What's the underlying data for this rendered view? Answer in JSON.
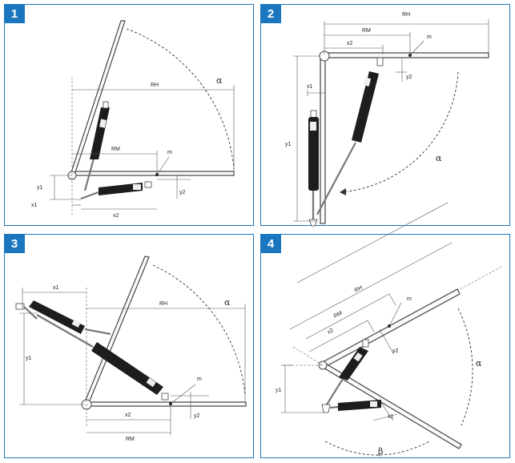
{
  "panels": [
    {
      "number": "1",
      "labels": {
        "rh": "RH",
        "rm": "RM",
        "m": "m",
        "x1": "x1",
        "x2": "x2",
        "y1": "y1",
        "y2": "y2",
        "alpha": "α"
      }
    },
    {
      "number": "2",
      "labels": {
        "rh": "RH",
        "rm": "RM",
        "m": "m",
        "x1": "x1",
        "x2": "x2",
        "y1": "y1",
        "y2": "y2",
        "alpha": "α"
      }
    },
    {
      "number": "3",
      "labels": {
        "rh": "RH",
        "rm": "RM",
        "m": "m",
        "x1": "x1",
        "x2": "x2",
        "y1": "y1",
        "y2": "y2",
        "alpha": "α"
      }
    },
    {
      "number": "4",
      "labels": {
        "rh": "RH",
        "rm": "RM",
        "m": "m",
        "x1": "x1",
        "x2": "x2",
        "y1": "y1",
        "y2": "y2",
        "alpha": "α",
        "beta": "β"
      }
    }
  ],
  "colors": {
    "border": "#1a77bf",
    "badge": "#1a77bf",
    "strut": "#1d1d1d",
    "line": "#444444"
  }
}
